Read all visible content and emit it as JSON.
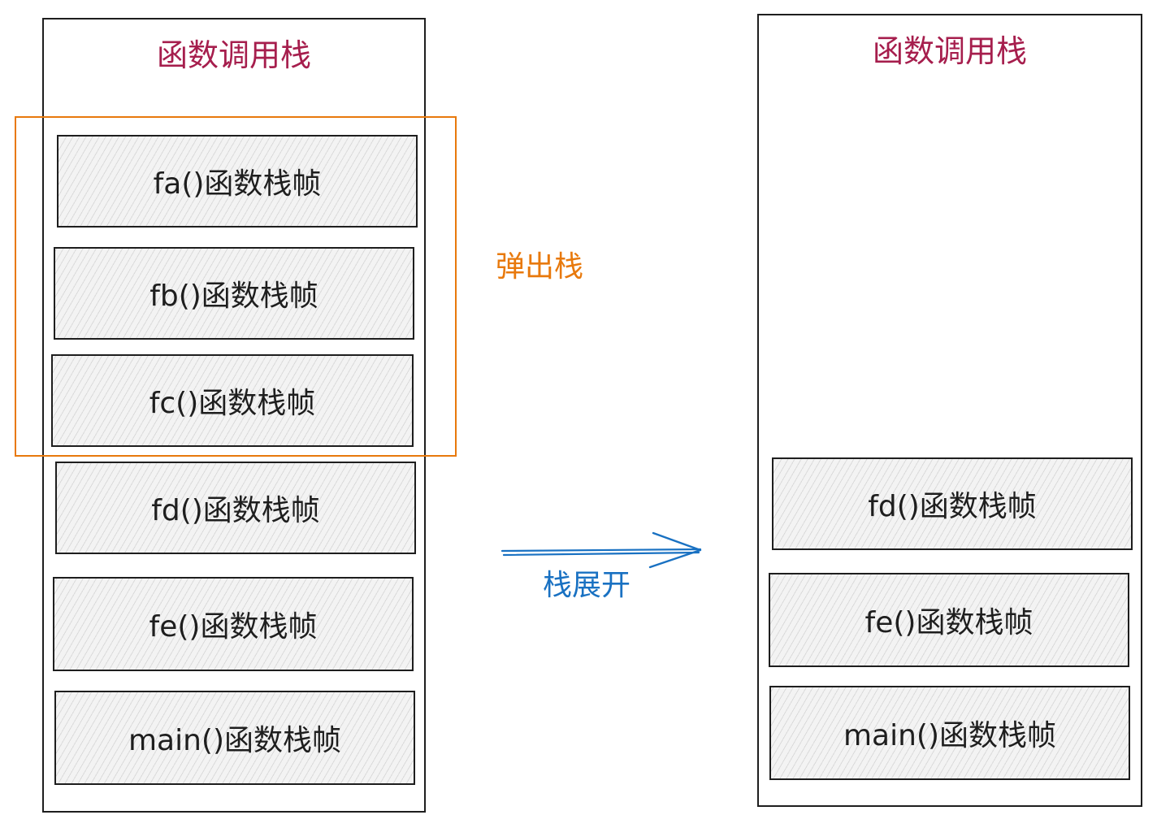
{
  "colors": {
    "stroke": "#1e1e1e",
    "title": "#a61e4d",
    "pop": "#e8790c",
    "unwind": "#1971c2",
    "frame_fill": "#f3f3f3"
  },
  "left_stack": {
    "title": "函数调用栈",
    "frames": [
      "fa()函数栈帧",
      "fb()函数栈帧",
      "fc()函数栈帧",
      "fd()函数栈帧",
      "fe()函数栈帧",
      "main()函数栈帧"
    ]
  },
  "pop_label": "弹出栈",
  "unwind_label": "栈展开",
  "right_stack": {
    "title": "函数调用栈",
    "frames": [
      "fd()函数栈帧",
      "fe()函数栈帧",
      "main()函数栈帧"
    ]
  }
}
